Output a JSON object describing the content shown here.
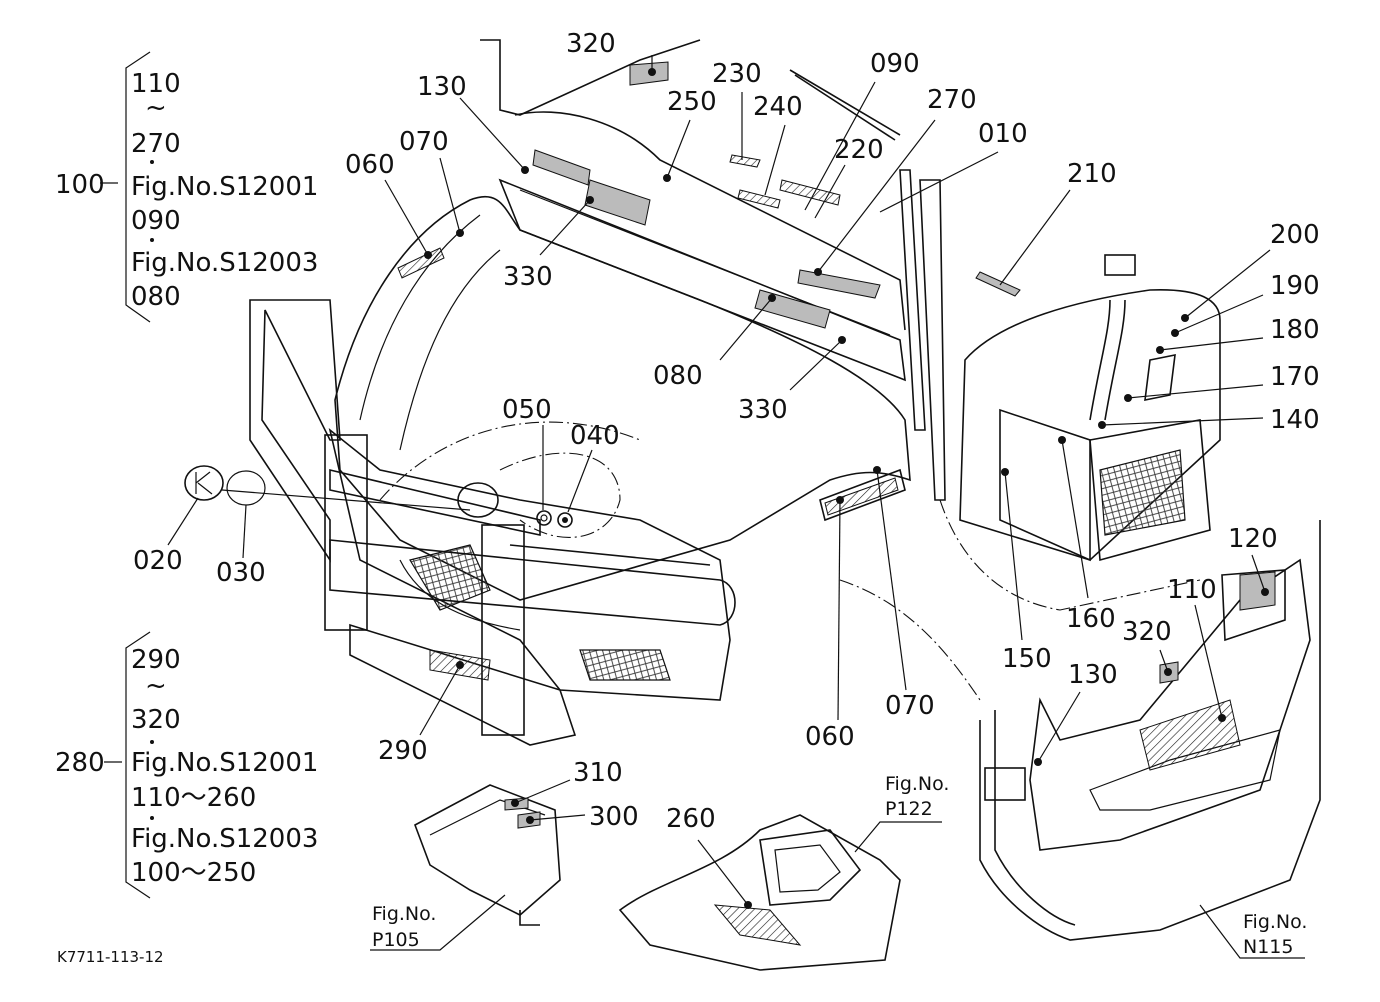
{
  "group_top": {
    "parent": "100",
    "lines": [
      "110",
      "~",
      "270",
      "Fig.No.S12001",
      "090",
      "Fig.No.S12003",
      "080"
    ]
  },
  "group_bottom": {
    "parent": "280",
    "lines": [
      "290",
      "~",
      "320",
      "Fig.No.S12001",
      "110～260",
      "Fig.No.S12003",
      "100～250"
    ]
  },
  "callouts": {
    "c010": "010",
    "c020": "020",
    "c030": "030",
    "c040": "040",
    "c050": "050",
    "c060a": "060",
    "c060b": "060",
    "c070a": "070",
    "c070b": "070",
    "c080": "080",
    "c090": "090",
    "c110": "110",
    "c120": "120",
    "c130a": "130",
    "c130b": "130",
    "c140": "140",
    "c150": "150",
    "c160": "160",
    "c170": "170",
    "c180": "180",
    "c190": "190",
    "c200": "200",
    "c210": "210",
    "c220": "220",
    "c230": "230",
    "c240": "240",
    "c250": "250",
    "c260": "260",
    "c270": "270",
    "c290": "290",
    "c300": "300",
    "c310": "310",
    "c320a": "320",
    "c320b": "320",
    "c330a": "330",
    "c330b": "330"
  },
  "references": {
    "p105_label": "Fig.No.",
    "p105_value": "P105",
    "p122_label": "Fig.No.",
    "p122_value": "P122",
    "n115_label": "Fig.No.",
    "n115_value": "N115"
  },
  "drawing_code": "K7711-113-12"
}
